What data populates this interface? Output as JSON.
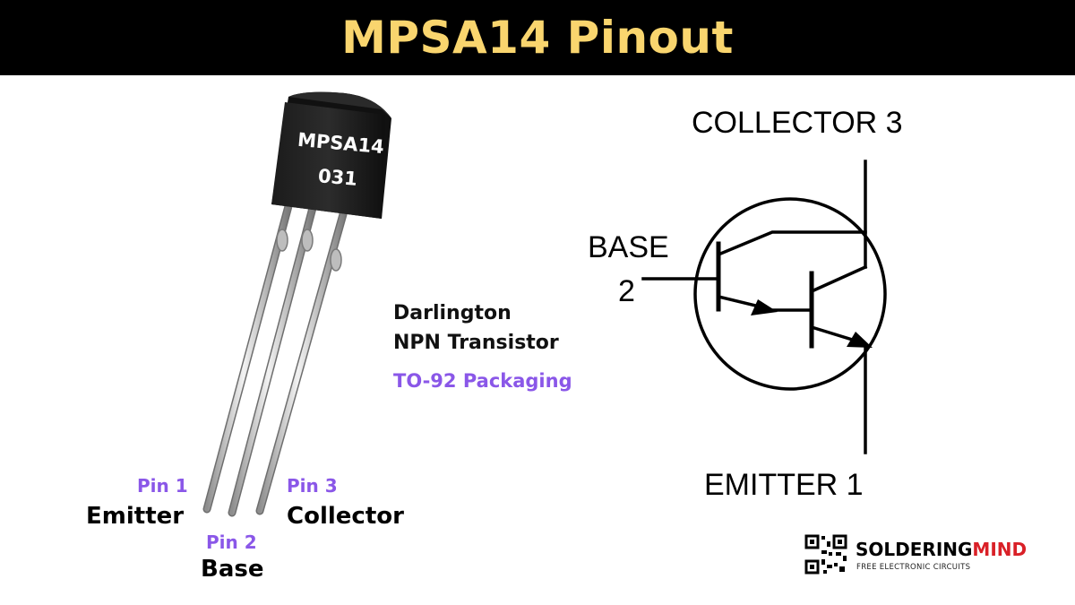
{
  "title": "MPSA14 Pinout",
  "component": {
    "marking_line1": "MPSA14",
    "marking_line2": "031"
  },
  "description": {
    "line1": "Darlington",
    "line2": "NPN Transistor",
    "package": "TO-92 Packaging"
  },
  "pins": [
    {
      "number_label": "Pin 1",
      "name": "Emitter"
    },
    {
      "number_label": "Pin 2",
      "name": "Base"
    },
    {
      "number_label": "Pin 3",
      "name": "Collector"
    }
  ],
  "schematic": {
    "collector": "COLLECTOR 3",
    "base_word": "BASE",
    "base_num": "2",
    "emitter": "EMITTER 1"
  },
  "brand": {
    "part1": "SOLDERING",
    "part2": "MIND",
    "tagline": "FREE ELECTRONIC CIRCUITS"
  },
  "colors": {
    "title": "#F9D56E",
    "accent_purple": "#8A57E8",
    "brand_red": "#D92027"
  }
}
